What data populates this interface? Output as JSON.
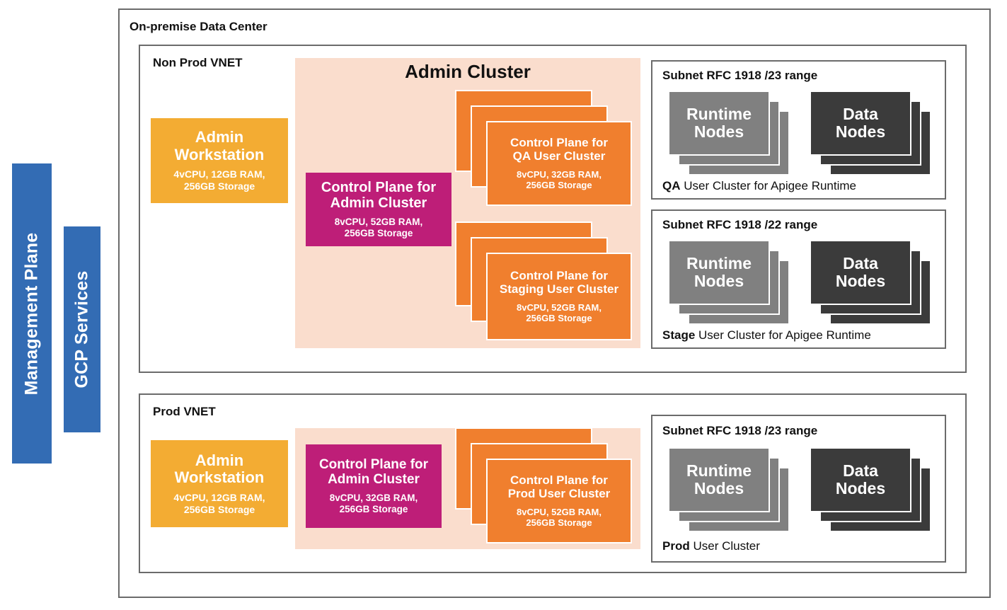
{
  "diagram": {
    "management_plane_label": "Management Plane",
    "gcp_services_label": "GCP Services",
    "data_center_title": "On-premise Data Center",
    "admin_cluster_title": "Admin Cluster"
  },
  "colors": {
    "blue": "#336CB4",
    "amber": "#F3AC33",
    "magenta": "#BE1E78",
    "orange": "#F07F2E",
    "pink_panel": "#FADDCD",
    "runtime_node_gray": "#808080",
    "data_node_dark": "#3B3B3B",
    "frame_border": "#6B6B6B"
  },
  "nonprod": {
    "title": "Non Prod VNET",
    "admin_workstation": {
      "title": "Admin\nWorkstation",
      "spec": "4vCPU, 12GB RAM,\n256GB Storage"
    },
    "control_plane_admin": {
      "title": "Control Plane for\nAdmin Cluster",
      "spec": "8vCPU, 52GB RAM,\n256GB Storage"
    },
    "control_plane_qa": {
      "title": "Control Plane for\nQA User Cluster",
      "spec": "8vCPU, 32GB RAM,\n256GB Storage"
    },
    "control_plane_staging": {
      "title": "Control Plane for\nStaging User Cluster",
      "spec": "8vCPU, 52GB RAM,\n256GB Storage"
    },
    "subnet_qa": {
      "title": "Subnet RFC 1918 /23 range",
      "runtime_nodes": "Runtime\nNodes",
      "data_nodes": "Data\nNodes",
      "footer_bold": "QA",
      "footer_rest": " User Cluster for Apigee Runtime"
    },
    "subnet_stage": {
      "title": "Subnet RFC 1918 /22 range",
      "runtime_nodes": "Runtime\nNodes",
      "data_nodes": "Data\nNodes",
      "footer_bold": "Stage",
      "footer_rest": " User Cluster for Apigee Runtime"
    }
  },
  "prod": {
    "title": "Prod VNET",
    "admin_workstation": {
      "title": "Admin\nWorkstation",
      "spec": "4vCPU, 12GB RAM,\n256GB Storage"
    },
    "control_plane_admin": {
      "title": "Control Plane for\nAdmin Cluster",
      "spec": "8vCPU, 32GB RAM,\n256GB Storage"
    },
    "control_plane_user": {
      "title": "Control Plane for\nProd User Cluster",
      "spec": "8vCPU, 52GB RAM,\n256GB Storage"
    },
    "subnet_prod": {
      "title": "Subnet RFC 1918 /23 range",
      "runtime_nodes": "Runtime\nNodes",
      "data_nodes": "Data\nNodes",
      "footer_bold": "Prod",
      "footer_rest": " User Cluster"
    }
  }
}
